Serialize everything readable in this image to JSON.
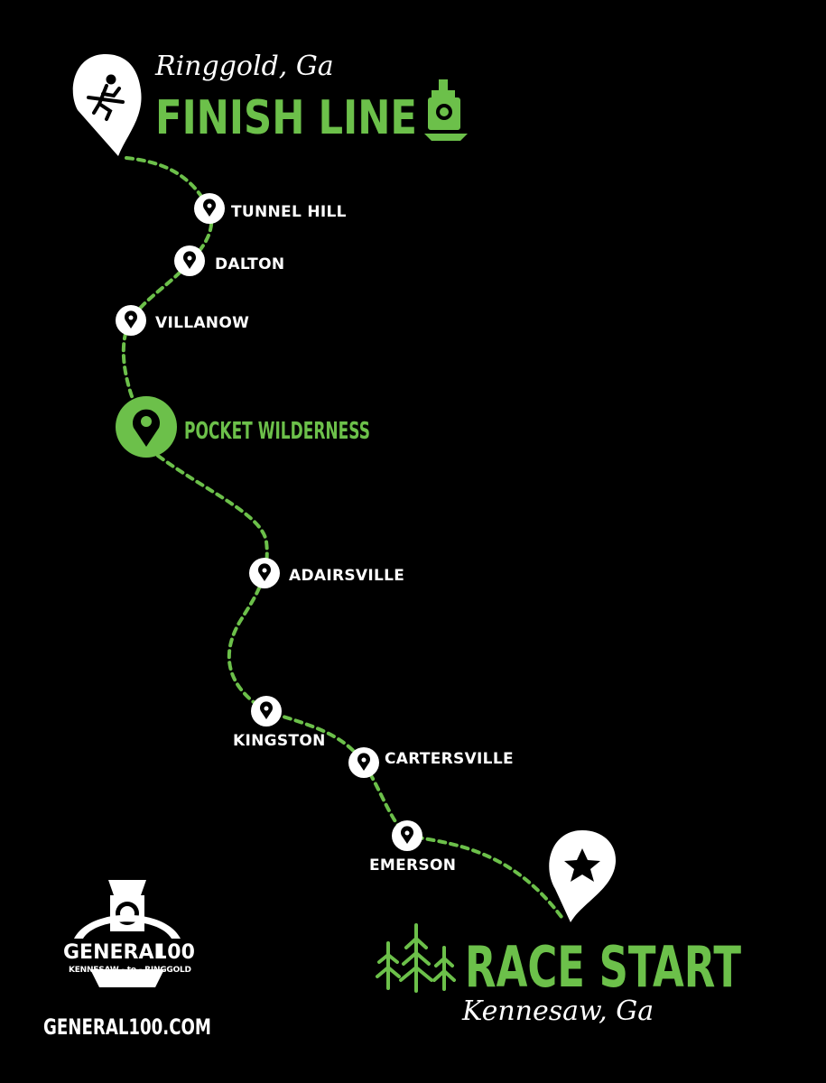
{
  "colors": {
    "background": "#000000",
    "accent_green": "#6cc04a",
    "route_dots": "#6cc04a",
    "text": "#ffffff"
  },
  "finish": {
    "city": "Ringgold, Ga",
    "title": "FINISH LINE",
    "marker_icon": "runner-finish-icon",
    "title_icon": "train-icon"
  },
  "start": {
    "title": "RACE START",
    "city": "Kennesaw, Ga",
    "marker_icon": "star-icon",
    "decor_icon": "pine-trees-icon"
  },
  "stops": [
    {
      "id": "tunnel-hill",
      "label": "TUNNEL HILL"
    },
    {
      "id": "dalton",
      "label": "DALTON"
    },
    {
      "id": "villanow",
      "label": "VILLANOW"
    },
    {
      "id": "pocket-wilderness",
      "label": "POCKET WILDERNESS",
      "highlight": true
    },
    {
      "id": "adairsville",
      "label": "ADAIRSVILLE"
    },
    {
      "id": "kingston",
      "label": "KINGSTON"
    },
    {
      "id": "cartersville",
      "label": "CARTERSVILLE"
    },
    {
      "id": "emerson",
      "label": "EMERSON"
    }
  ],
  "logo": {
    "name": "GENERAL",
    "number": "100",
    "tagline": "KENNESAW - to - RINGGOLD",
    "icon": "locomotive-icon"
  },
  "website": "GENERAL100.COM"
}
